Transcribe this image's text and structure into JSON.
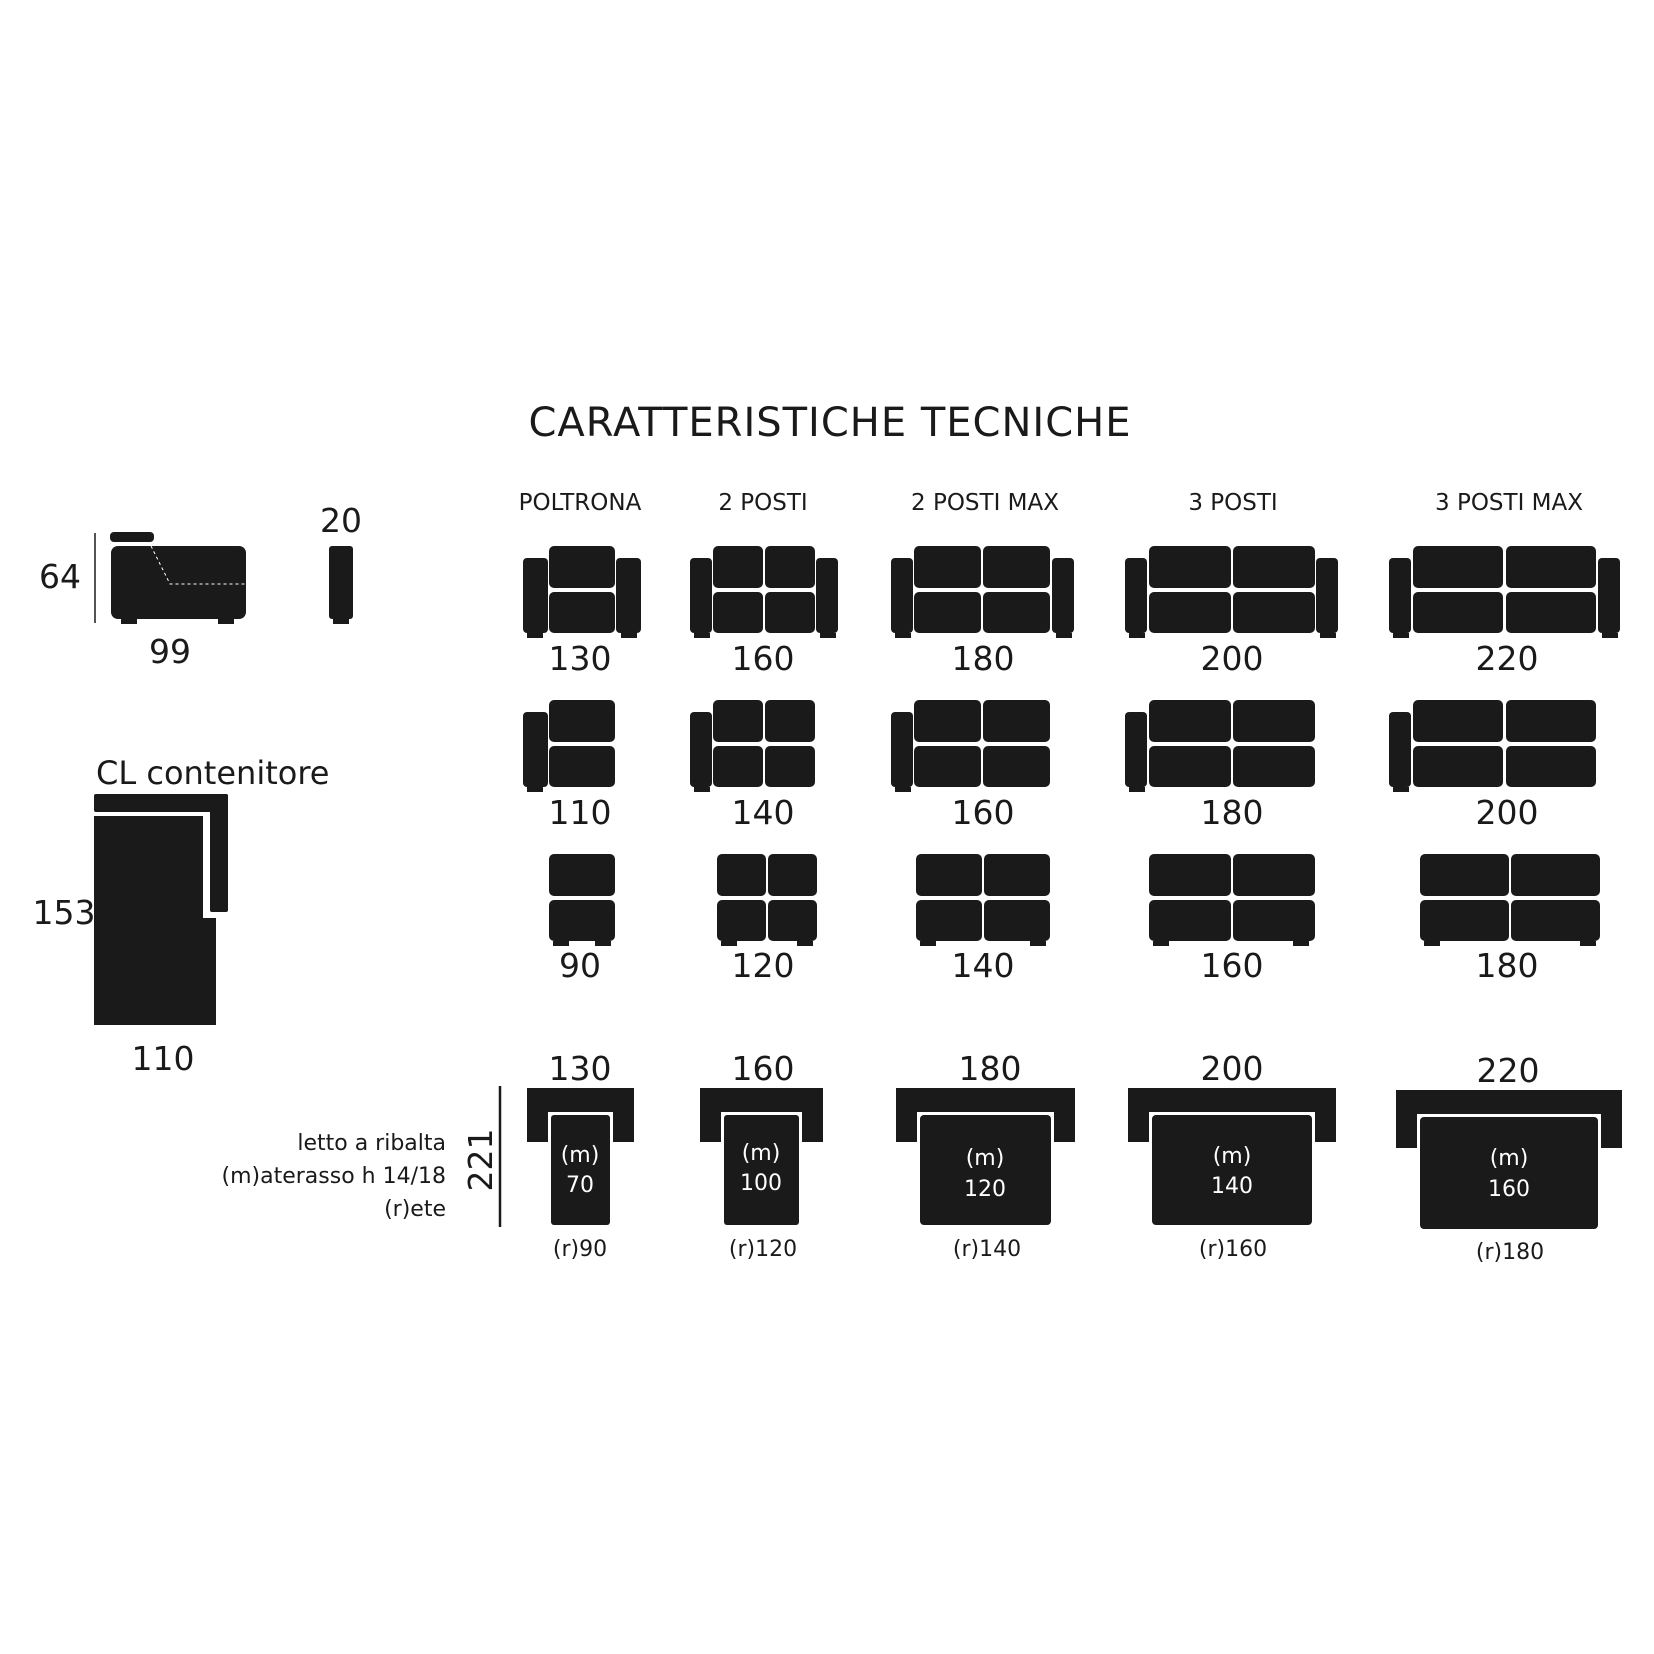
{
  "title": "CARATTERISTICHE TECNICHE",
  "side": {
    "depth": "99",
    "height": "64",
    "arm_width": "20"
  },
  "chaise": {
    "label": "CL contenitore",
    "depth": "153",
    "width": "110"
  },
  "columns": [
    {
      "name": "POLTRONA",
      "row1": "130",
      "row2": "110",
      "row3": "90"
    },
    {
      "name": "2 POSTI",
      "row1": "160",
      "row2": "140",
      "row3": "120"
    },
    {
      "name": "2 POSTI MAX",
      "row1": "180",
      "row2": "160",
      "row3": "140"
    },
    {
      "name": "3 POSTI",
      "row1": "200",
      "row2": "180",
      "row3": "160"
    },
    {
      "name": "3 POSTI MAX",
      "row1": "220",
      "row2": "200",
      "row3": "180"
    }
  ],
  "bed": {
    "labels": [
      "letto a ribalta",
      "(m)aterasso h 14/18",
      "(r)ete"
    ],
    "length": "221",
    "items": [
      {
        "width": "130",
        "m_tag": "(m)",
        "m_value": "70",
        "r_label": "(r)90"
      },
      {
        "width": "160",
        "m_tag": "(m)",
        "m_value": "100",
        "r_label": "(r)120"
      },
      {
        "width": "180",
        "m_tag": "(m)",
        "m_value": "120",
        "r_label": "(r)140"
      },
      {
        "width": "200",
        "m_tag": "(m)",
        "m_value": "140",
        "r_label": "(r)160"
      },
      {
        "width": "220",
        "m_tag": "(m)",
        "m_value": "160",
        "r_label": "(r)180"
      }
    ]
  },
  "colors": {
    "ink": "#1a1a1a",
    "paper": "#ffffff"
  }
}
